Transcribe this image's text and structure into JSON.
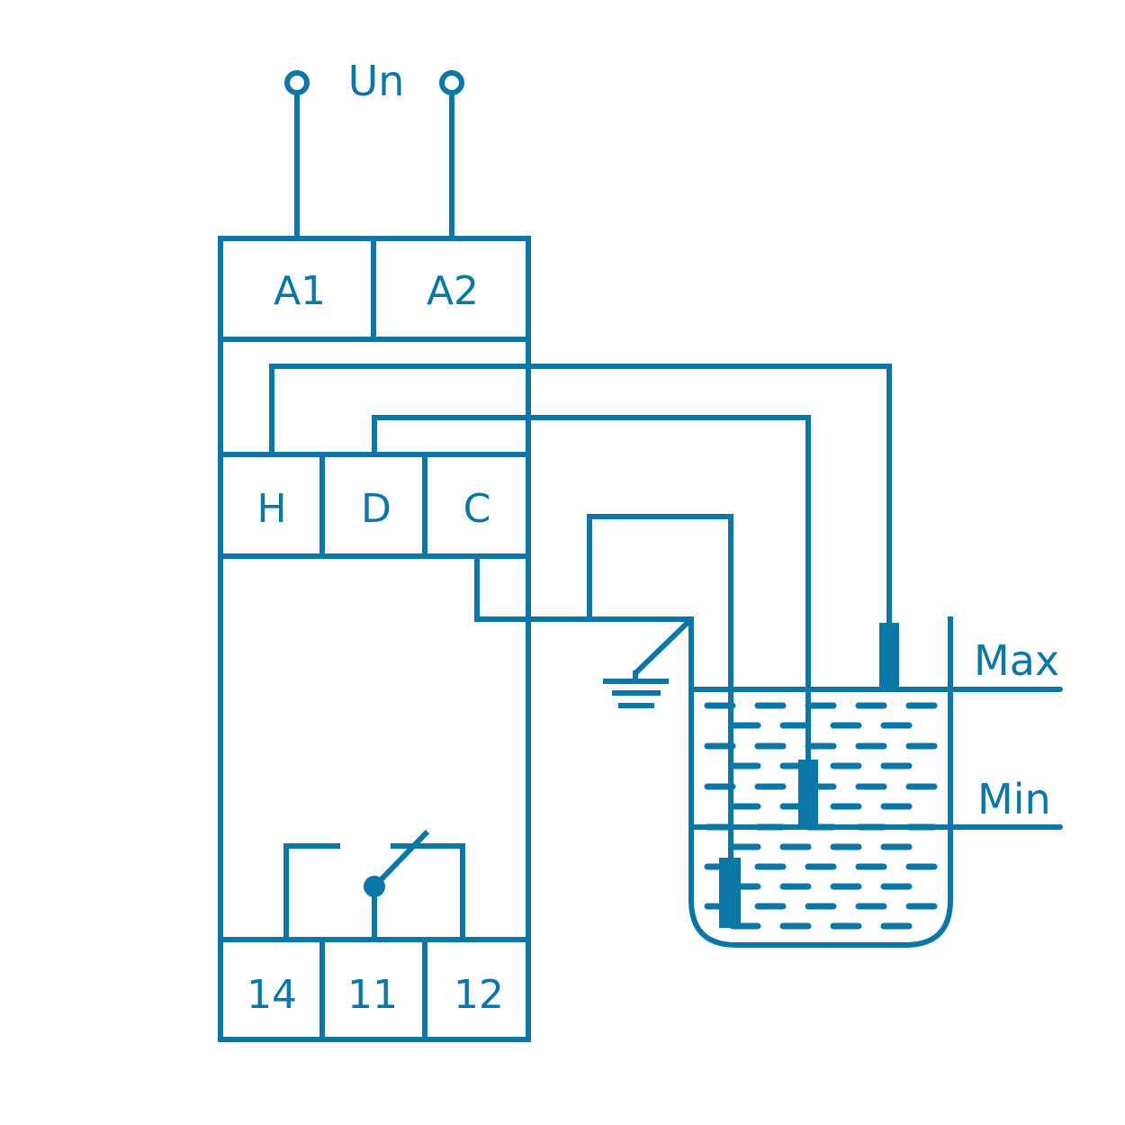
{
  "diagram": {
    "supply_label": "Un",
    "terminals_top": [
      "A1",
      "A2"
    ],
    "terminals_mid": [
      "H",
      "D",
      "C"
    ],
    "terminals_bottom": [
      "14",
      "11",
      "12"
    ],
    "levels": {
      "max": "Max",
      "min": "Min"
    },
    "colors": {
      "line": "#0a77a6",
      "background": "#ffffff"
    }
  }
}
